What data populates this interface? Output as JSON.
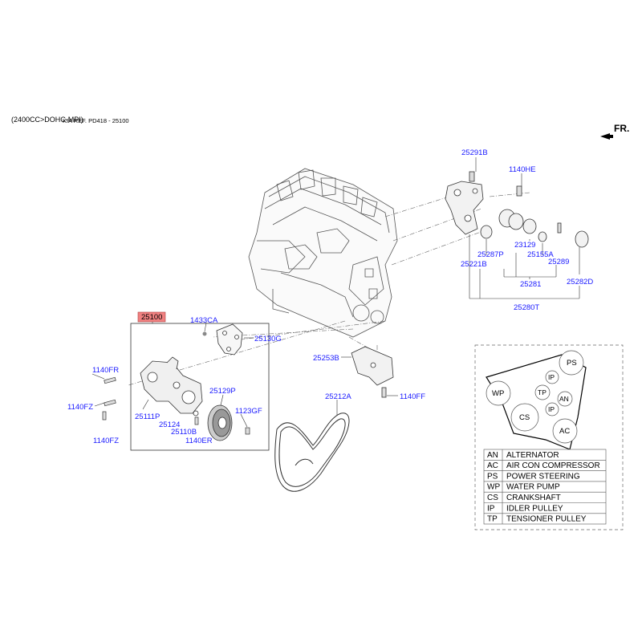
{
  "header": {
    "engine": "(2400CC>DOHC-MPI)",
    "ref": "KIA REF. PD418 - 25100",
    "fr": "FR."
  },
  "parts": {
    "p25291B": "25291B",
    "p1140HE": "1140HE",
    "p23129": "23129",
    "p25287P": "25287P",
    "p25155A": "25155A",
    "p25221B": "25221B",
    "p25289": "25289",
    "p25281": "25281",
    "p25282D": "25282D",
    "p25280T": "25280T",
    "p25100": "25100",
    "p1433CA": "1433CA",
    "p25130G": "25130G",
    "p25253B": "25253B",
    "p1140FR": "1140FR",
    "p1140FF": "1140FF",
    "p25212A": "25212A",
    "p1140FZa": "1140FZ",
    "p25111P": "25111P",
    "p25129P": "25129P",
    "p1123GF": "1123GF",
    "p25124": "25124",
    "p25110B": "25110B",
    "p1140ER": "1140ER",
    "p1140FZb": "1140FZ"
  },
  "belt_routing": {
    "PS": "PS",
    "IP1": "IP",
    "WP": "WP",
    "TP": "TP",
    "AN": "AN",
    "IP2": "IP",
    "CS": "CS",
    "AC": "AC"
  },
  "legend": [
    {
      "code": "AN",
      "desc": "ALTERNATOR"
    },
    {
      "code": "AC",
      "desc": "AIR CON COMPRESSOR"
    },
    {
      "code": "PS",
      "desc": "POWER STEERING"
    },
    {
      "code": "WP",
      "desc": "WATER PUMP"
    },
    {
      "code": "CS",
      "desc": "CRANKSHAFT"
    },
    {
      "code": "IP",
      "desc": "IDLER PULLEY"
    },
    {
      "code": "TP",
      "desc": "TENSIONER PULLEY"
    }
  ],
  "colors": {
    "label": "#1a1aff",
    "highlight": "#f08080",
    "line": "#333333"
  }
}
